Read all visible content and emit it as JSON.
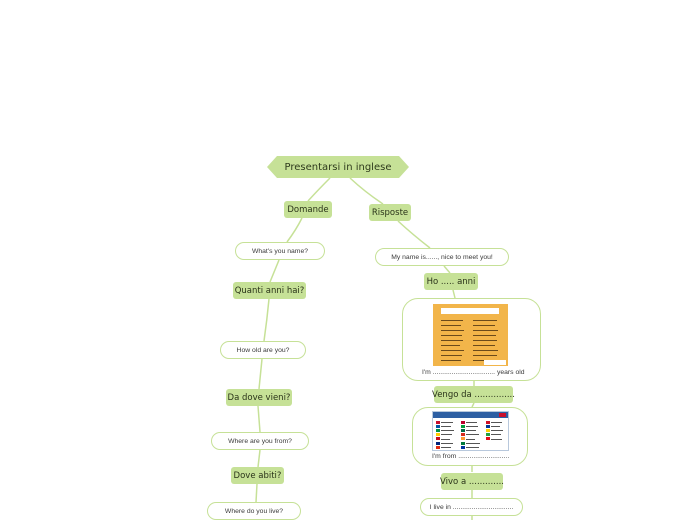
{
  "diagram": {
    "title": "Presentarsi in inglese",
    "branches": {
      "domande": {
        "label": "Domande",
        "items": [
          {
            "question": "What's you name?"
          },
          {
            "label": "Quanti anni hai?",
            "question": "How old are you?"
          },
          {
            "label": "Da dove vieni?",
            "question": "Where are you from?"
          },
          {
            "label": "Dove abiti?",
            "question": "Where do you live?"
          }
        ]
      },
      "risposte": {
        "label": "Risposte",
        "items": [
          {
            "answer": "My name is......, nice to meet you!"
          },
          {
            "label": "Ho ..... anni",
            "answer": "I'm ................................. years old",
            "image": "numbers-chart-image"
          },
          {
            "label": "Vengo da ...............",
            "answer": "I'm from ...........................",
            "image": "countries-chart-image"
          },
          {
            "label": "Vivo a .............",
            "answer": "I live in ................................"
          }
        ]
      }
    },
    "colors": {
      "accent": "#c6e197",
      "connector": "#c6e197",
      "numbers_image": "#f2b54a",
      "countries_header": "#2d5fa3"
    }
  }
}
